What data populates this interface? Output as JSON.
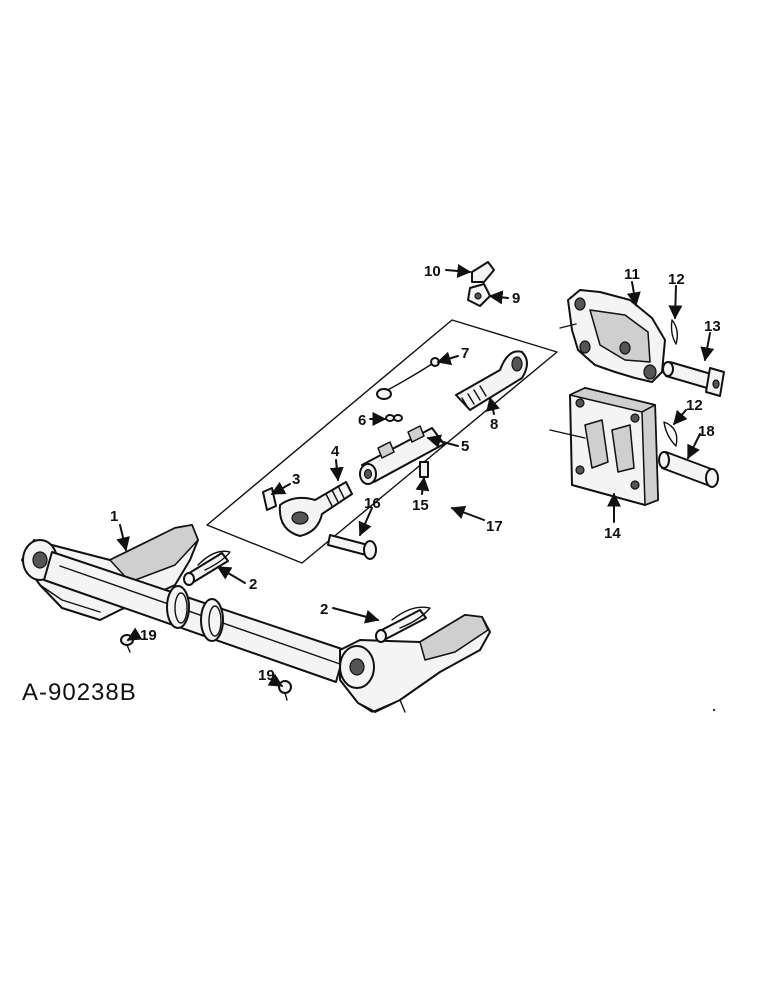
{
  "figure_id": "A-90238B",
  "callouts": {
    "c1": "1",
    "c2a": "2",
    "c2b": "2",
    "c3": "3",
    "c4": "4",
    "c5": "5",
    "c6": "6",
    "c7": "7",
    "c8": "8",
    "c9": "9",
    "c10": "10",
    "c11": "11",
    "c12a": "12",
    "c12b": "12",
    "c13": "13",
    "c14": "14",
    "c15": "15",
    "c16": "16",
    "c17": "17",
    "c18": "18",
    "c19a": "19",
    "c19b": "19"
  }
}
